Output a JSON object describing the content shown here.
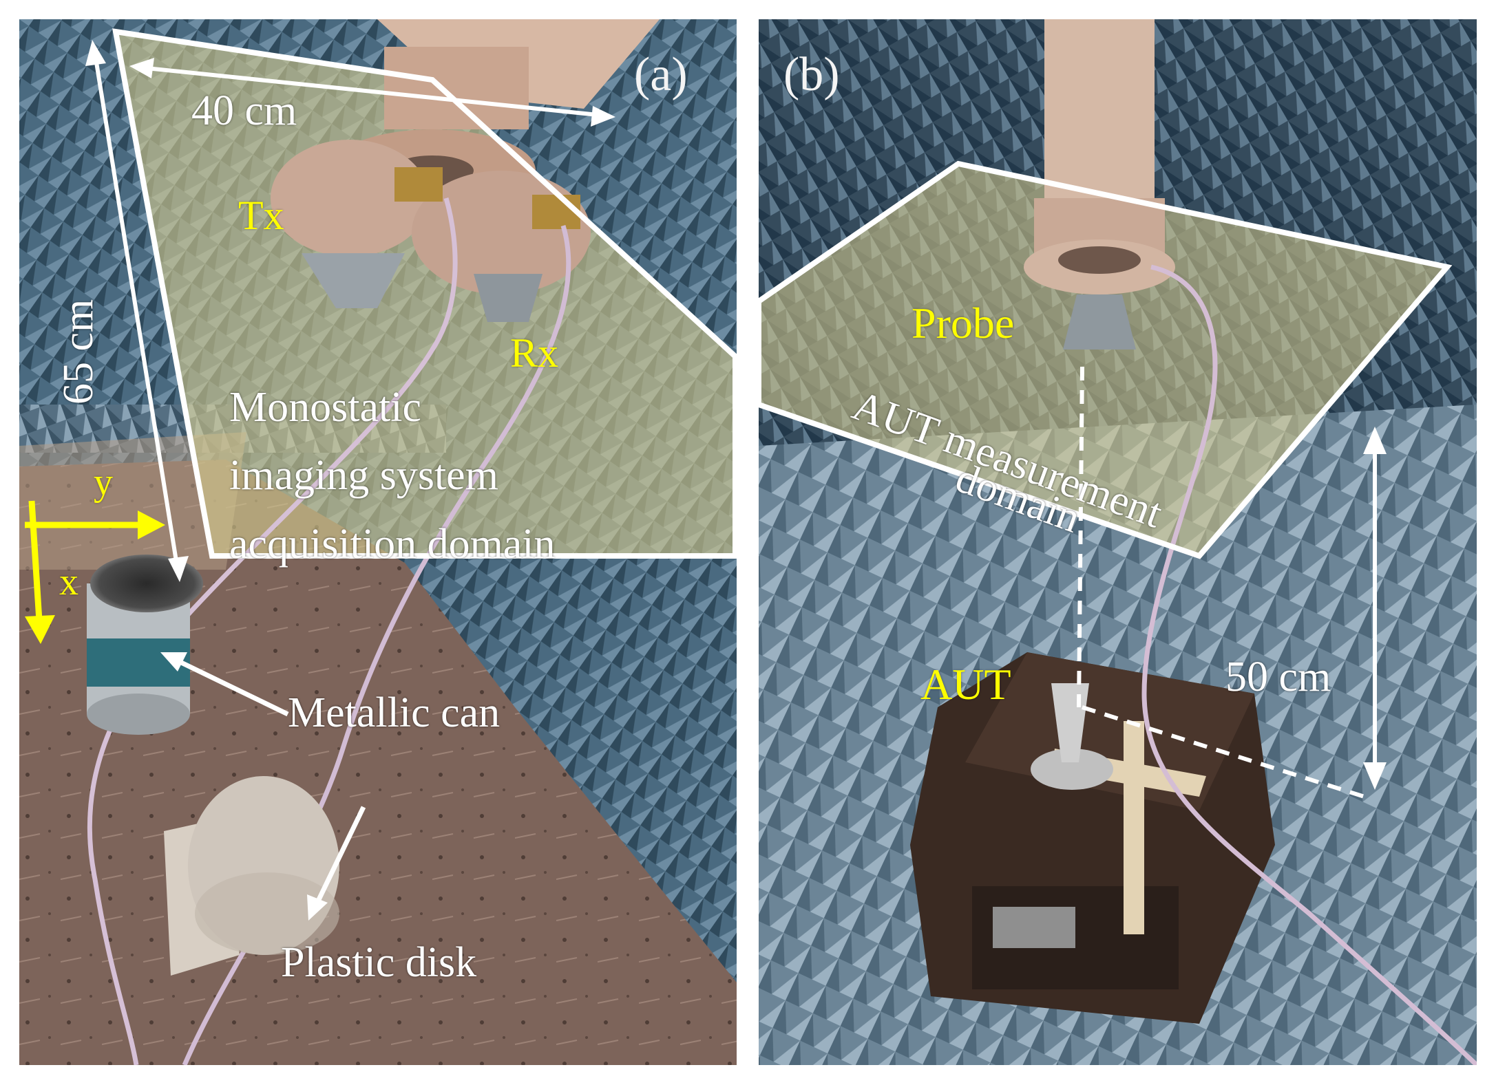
{
  "figure": {
    "panel_a": {
      "tag": "(a)",
      "dim_width": "40 cm",
      "dim_height": "65 cm",
      "tx_label": "Tx",
      "rx_label": "Rx",
      "domain_label": [
        "Monostatic",
        "imaging system",
        "acquisition domain"
      ],
      "axis_y": "y",
      "axis_x": "x",
      "can_label": "Metallic can",
      "disk_label": "Plastic disk"
    },
    "panel_b": {
      "tag": "(b)",
      "probe_label": "Probe",
      "domain_label": [
        "AUT measurement",
        "domain"
      ],
      "aut_label": "AUT",
      "dim_height": "50 cm"
    }
  },
  "colors": {
    "annotation_white": "#ffffff",
    "annotation_yellow": "#ffff00",
    "domain_overlay": "#c9c08a",
    "absorber_blue": "#3e5c70",
    "floor_brown": "#7a6258"
  }
}
